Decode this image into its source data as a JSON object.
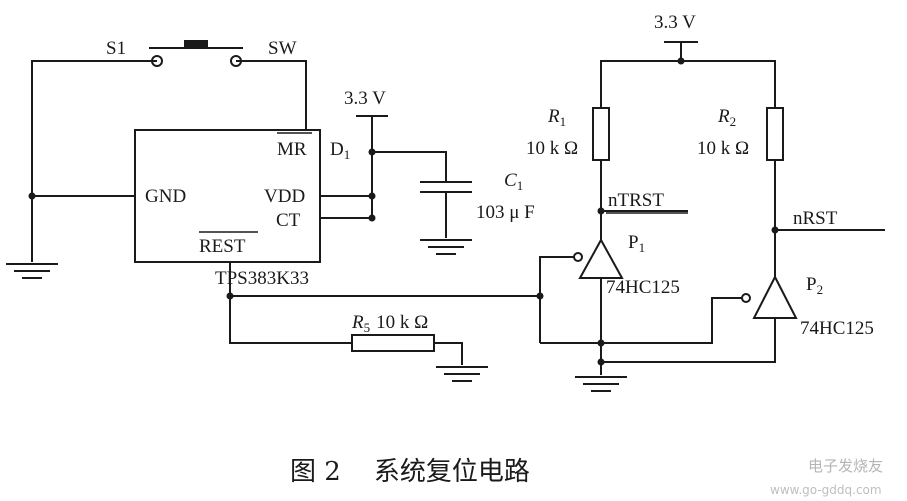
{
  "labels": {
    "s1": "S1",
    "sw": "SW",
    "vcc_left": "3.3 V",
    "vcc_top": "3.3 V",
    "mr": "MR",
    "d1": "D",
    "d1_sub": "1",
    "gnd": "GND",
    "vdd": "VDD",
    "ct": "CT",
    "rest": "REST",
    "chip": "TPS383K33",
    "c1": "C",
    "c1_sub": "1",
    "c1_value": "103  μ F",
    "r1": "R",
    "r1_sub": "1",
    "r1_value": "10 k Ω",
    "r2": "R",
    "r2_sub": "2",
    "r2_value": "10 k Ω",
    "r5": "R",
    "r5_sub": "5",
    "r5_value": "10 k Ω",
    "ntrst": "nTRST",
    "nrst": "nRST",
    "p1": "P",
    "p1_sub": "1",
    "p1_part": "74HC125",
    "p2": "P",
    "p2_sub": "2",
    "p2_part": "74HC125"
  },
  "caption": "图 2    系统复位电路",
  "watermark": {
    "line1": "电子发烧友",
    "line2": "www.go-gddq.com"
  }
}
